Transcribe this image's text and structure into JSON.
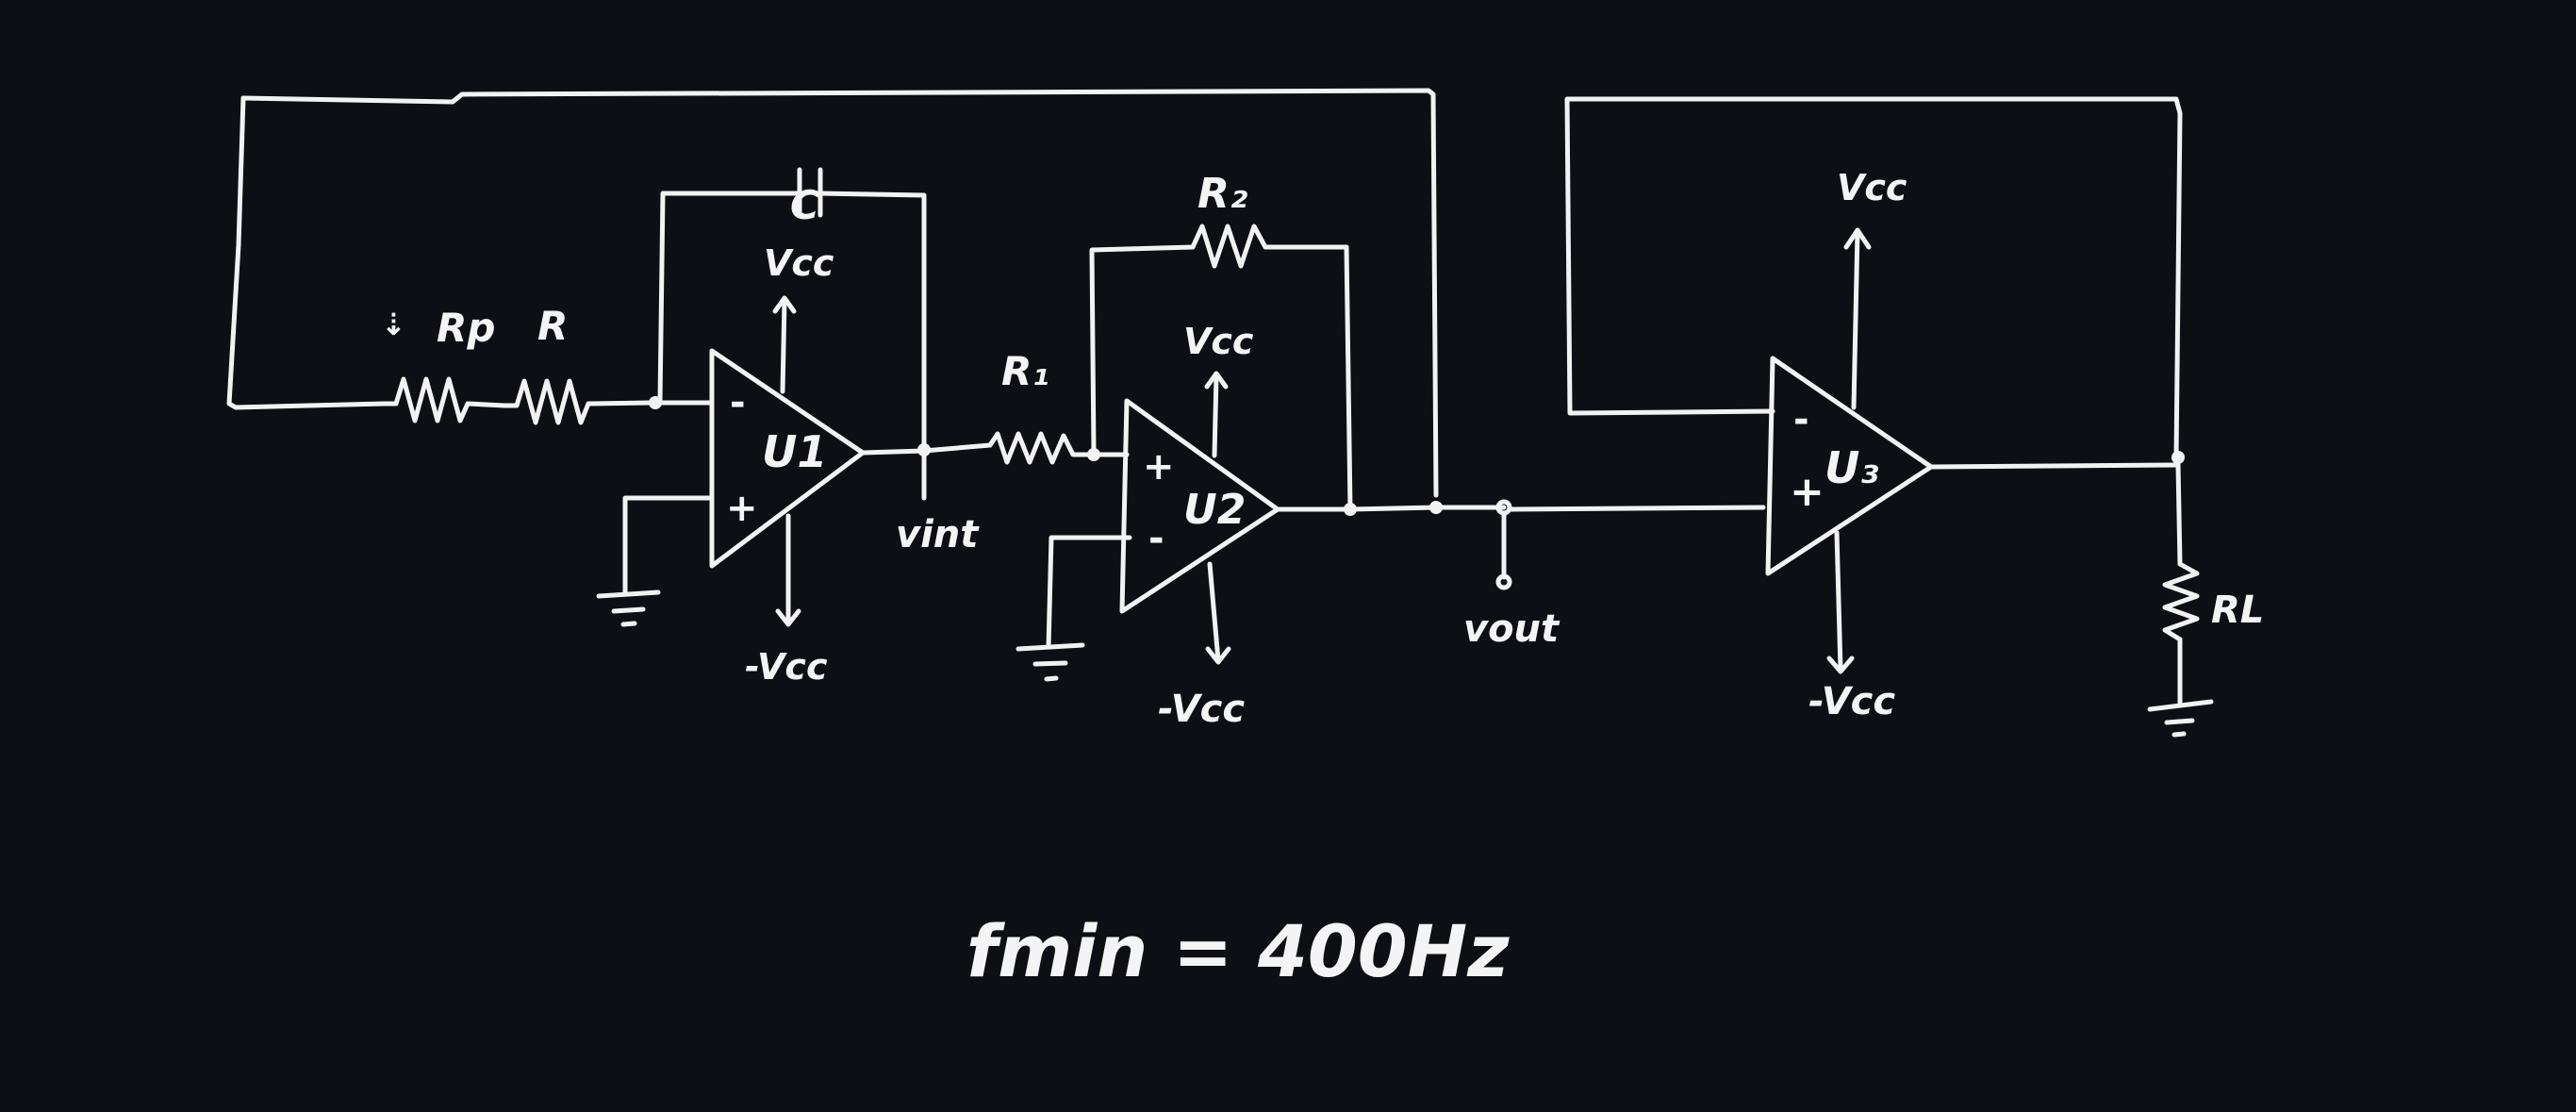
{
  "labels": {
    "capacitor": "C",
    "feedback_resistor": "R₂",
    "input_resistor": "R₁",
    "rp": "Rp",
    "r": "R",
    "u1": "U1",
    "u2": "U2",
    "u3": "U₃",
    "vint": "vint",
    "vout": "vout",
    "rl": "RL",
    "vcc": "Vcc",
    "neg_vcc": "-Vcc",
    "equation": "fmin = 400Hz"
  },
  "signs": {
    "plus": "+",
    "minus": "-"
  },
  "colors": {
    "background": "#0e0f14",
    "ink": "#f2f2f2"
  }
}
